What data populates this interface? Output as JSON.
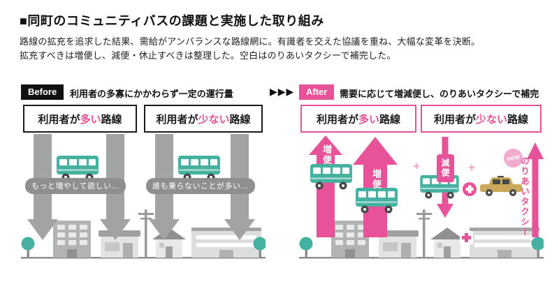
{
  "header": {
    "title": "■同町のコミュニティバスの課題と実施した取り組み",
    "body_line1": "路線の拡充を追求した結果、需給がアンバランスな路線網に。有識者を交えた協議を重ね、大幅な変革を決断。",
    "body_line2": "拡充すべきは増便し、減便・休止すべきは整理した。空白はのりあいタクシーで補完した。"
  },
  "separator": {
    "arrows": "▶▶▶"
  },
  "before": {
    "label": "Before",
    "heading": "利用者の多寡にかかわらず一定の運行量",
    "box_many": {
      "pre": "利用者が",
      "em": "多い",
      "post": "路線"
    },
    "box_few": {
      "pre": "利用者が",
      "em": "少ない",
      "post": "路線"
    },
    "bubble_many": "もっと増やして欲しい…",
    "bubble_few": "誰も乗らないことが多い…"
  },
  "after": {
    "label": "After",
    "heading": "需要に応じて増減便し、のりあいタクシーで補完",
    "box_many": {
      "pre": "利用者が",
      "em": "多い",
      "post": "路線"
    },
    "box_few": {
      "pre": "利用者が",
      "em": "少ない",
      "post": "路線"
    },
    "increase_label_1": "増便",
    "increase_label_2": "増便",
    "decrease_label": "減便",
    "new_badge": "new",
    "taxi_label": "のりあいタクシー"
  },
  "colors": {
    "pink": "#e85298",
    "pale_pink": "#f2abce",
    "teal": "#45b1a1",
    "arrow_gray": "#a2a3a3",
    "bubble_gray": "#8e9090",
    "black": "#111111"
  }
}
